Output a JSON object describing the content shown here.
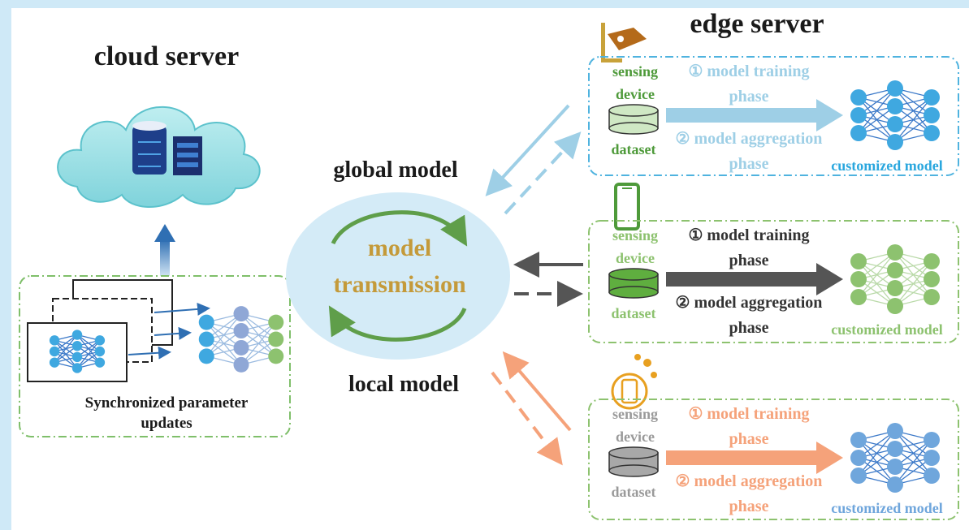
{
  "cloud": {
    "title": "cloud server",
    "sync_label_line1": "Synchronized parameter",
    "sync_label_line2": "updates"
  },
  "center": {
    "global_label": "global model",
    "local_label": "local model",
    "transmission_line1": "model",
    "transmission_line2": "transmission"
  },
  "edge": {
    "title": "edge server",
    "panels": [
      {
        "sensing_line1": "sensing",
        "sensing_line2": "device",
        "dataset": "dataset",
        "training_line1": "① model training",
        "training_line2": "phase",
        "aggregation_line1": "② model aggregation",
        "aggregation_line2": "phase",
        "model": "customized model",
        "color": "#9ecfe6",
        "icon": "camera-icon"
      },
      {
        "sensing_line1": "sensing",
        "sensing_line2": "device",
        "dataset": "dataset",
        "training_line1": "① model training",
        "training_line2": "phase",
        "aggregation_line1": "② model aggregation",
        "aggregation_line2": "phase",
        "model": "customized model",
        "color": "#8dc26f",
        "icon": "phone-icon"
      },
      {
        "sensing_line1": "sensing",
        "sensing_line2": "device",
        "dataset": "dataset",
        "training_line1": "① model training",
        "training_line2": "phase",
        "aggregation_line1": "② model aggregation",
        "aggregation_line2": "phase",
        "model": "customized model",
        "color": "#f5a27a",
        "icon": "wearable-sensor-icon"
      }
    ]
  },
  "colors": {
    "blue_node": "#3fa8e0",
    "green_node": "#8dc26f",
    "gray_arrow": "#555555",
    "orange": "#f5a27a",
    "gold_text": "#c49a3a",
    "ellipse": "#d4ebf7"
  }
}
